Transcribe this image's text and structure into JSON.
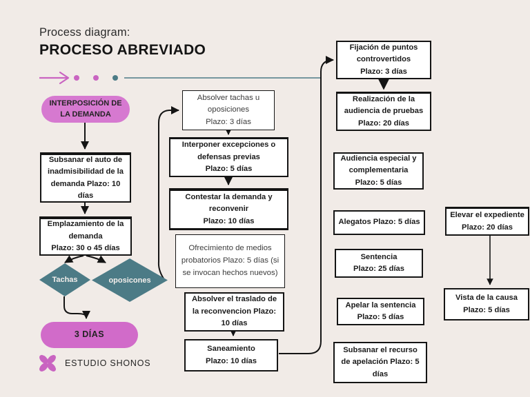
{
  "header": {
    "kicker": "Process diagram:",
    "title": "PROCESO ABREVIADO"
  },
  "footer": {
    "brand": "ESTUDIO SHONOS"
  },
  "colors": {
    "background": "#f1ebe7",
    "pink": "#d679d0",
    "pink_deep": "#d16bc9",
    "pink_accent": "#c964c1",
    "teal": "#4c7b86",
    "box_border": "#141414",
    "text_dark": "#1a1a1a",
    "text_muted": "#3c3c3c"
  },
  "nodes": {
    "interposicion": {
      "text": "INTERPOSICIÓN DE LA DEMANDA"
    },
    "subsanar_auto": {
      "text": "Subsanar el auto de inadmisibilidad de la demanda Plazo: 10 días"
    },
    "emplazamiento": {
      "line1": "Emplazamiento de la demanda",
      "line2": "Plazo: 30 o 45 días"
    },
    "tachas": {
      "text": "Tachas"
    },
    "oposicones": {
      "text": "oposicones"
    },
    "tres_dias": {
      "text": "3 DÍAS"
    },
    "absolver_tachas": {
      "line1": "Absolver tachas u oposiciones",
      "line2": "Plazo: 3 días"
    },
    "interponer": {
      "line1": "Interponer excepciones o defensas previas",
      "line2": "Plazo: 5 días"
    },
    "contestar": {
      "line1": "Contestar la demanda y reconvenir",
      "line2": "Plazo: 10 días"
    },
    "ofrecimiento": {
      "text": "Ofrecimiento de medios probatorios Plazo: 5 días (si se invocan hechos nuevos)"
    },
    "absolver_traslado": {
      "text": "Absolver el traslado de la reconvencion Plazo: 10 días"
    },
    "saneamiento": {
      "line1": "Saneamiento",
      "line2": "Plazo: 10 días"
    },
    "fijacion": {
      "line1": "Fijación de puntos controvertidos",
      "line2": "Plazo: 3 días"
    },
    "realizacion": {
      "line1": "Realización de la audiencia de pruebas",
      "line2": "Plazo: 20 días"
    },
    "audiencia": {
      "line1": "Audiencia especial y complementaria",
      "line2": "Plazo: 5 días"
    },
    "alegatos": {
      "text": "Alegatos Plazo: 5 días"
    },
    "sentencia": {
      "line1": "Sentencia",
      "line2": "Plazo: 25 días"
    },
    "apelar": {
      "line1": "Apelar la sentencia",
      "line2": "Plazo: 5 días"
    },
    "subsanar_recurso": {
      "text": "Subsanar el recurso de apelación Plazo: 5 días"
    },
    "elevar": {
      "line1": "Elevar el expediente",
      "line2": "Plazo: 20 días"
    },
    "vista": {
      "line1": "Vista de la causa",
      "line2": "Plazo: 5 días"
    }
  }
}
